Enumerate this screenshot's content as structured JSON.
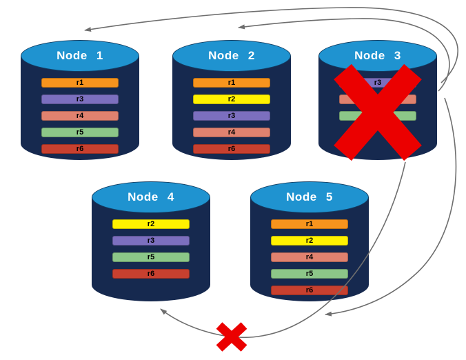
{
  "nodes": [
    {
      "label": "Node 1",
      "replicas": [
        "r1",
        "r3",
        "r4",
        "r5",
        "r6"
      ],
      "failed": false
    },
    {
      "label": "Node 2",
      "replicas": [
        "r1",
        "r2",
        "r3",
        "r4",
        "r6"
      ],
      "failed": false
    },
    {
      "label": "Node 3",
      "replicas": [
        "r3",
        "r4",
        "r5"
      ],
      "failed": true
    },
    {
      "label": "Node 4",
      "replicas": [
        "r2",
        "r3",
        "r5",
        "r6"
      ],
      "failed": false
    },
    {
      "label": "Node 5",
      "replicas": [
        "r1",
        "r2",
        "r4",
        "r5",
        "r6"
      ],
      "failed": false
    }
  ],
  "replica_colors": {
    "r1": "#F7941D",
    "r2": "#FFF200",
    "r3": "#7C6FBF",
    "r4": "#E0826F",
    "r5": "#8CC788",
    "r6": "#C8402F"
  },
  "colors": {
    "cylinder_top": "#1F93D0",
    "cylinder_body": "#16294F",
    "node_label_text": "#FFFFFF",
    "replica_text": "#000000",
    "failure_x": "#EB0000",
    "arrow": "#6E6E6E"
  }
}
